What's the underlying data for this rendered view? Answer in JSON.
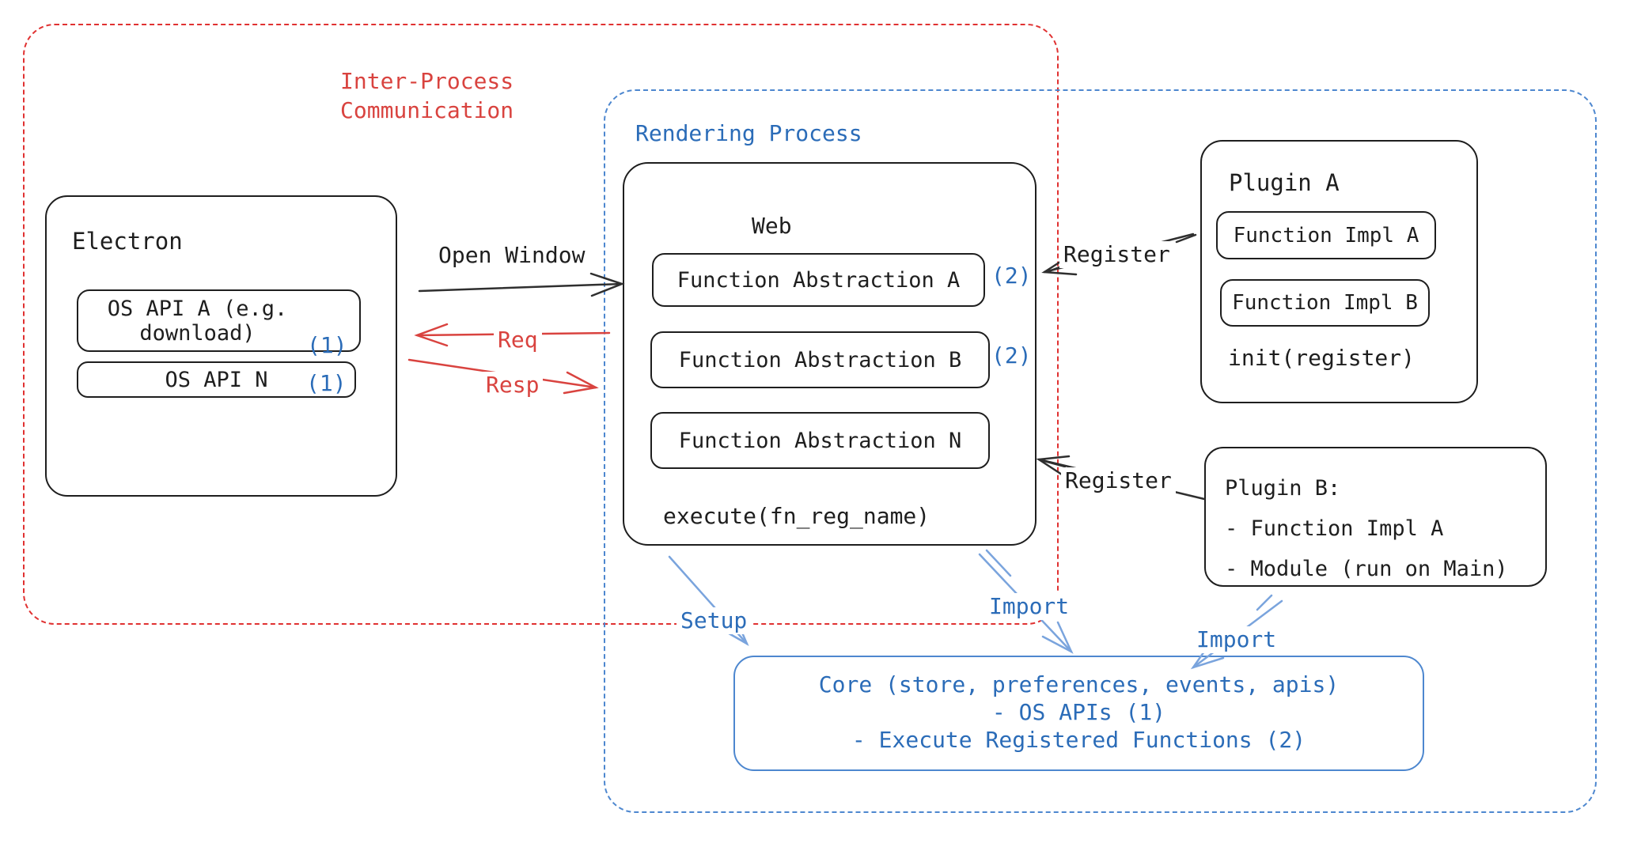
{
  "groups": {
    "ipc": {
      "line1": "Inter-Process",
      "line2": "Communication"
    },
    "rendering": {
      "label": "Rendering Process"
    }
  },
  "nodes": {
    "electron": {
      "title": "Electron",
      "os_api_a": {
        "line1": "OS API A (e.g.",
        "line2": "download)",
        "badge": "(1)"
      },
      "os_api_n": {
        "label": "OS API N",
        "badge": "(1)"
      }
    },
    "web": {
      "title": "Web",
      "items": [
        {
          "label": "Function Abstraction A",
          "badge": "(2)"
        },
        {
          "label": "Function Abstraction B",
          "badge": "(2)"
        },
        {
          "label": "Function Abstraction N",
          "badge": ""
        }
      ],
      "footer": "execute(fn_reg_name)"
    },
    "plugin_a": {
      "title": "Plugin A",
      "items": [
        "Function Impl A",
        "Function Impl B"
      ],
      "footer": "init(register)"
    },
    "plugin_b": {
      "lines": [
        "Plugin B:",
        "- Function Impl A",
        "- Module (run on Main)"
      ]
    },
    "core": {
      "lines": [
        "Core (store, preferences, events, apis)",
        "- OS APIs (1)",
        "- Execute Registered Functions (2)"
      ]
    }
  },
  "arrows": {
    "open_window": "Open Window",
    "req": "Req",
    "resp": "Resp",
    "register_top": "Register",
    "register_bottom": "Register",
    "setup": "Setup",
    "import_web": "Import",
    "import_plugin_b": "Import"
  },
  "colors": {
    "red": "#e03131",
    "blue_text": "#2b6cb8",
    "blue_border": "#4d87cf",
    "blue_arrow": "#7aa4dd",
    "ink": "#1e1e1e"
  }
}
